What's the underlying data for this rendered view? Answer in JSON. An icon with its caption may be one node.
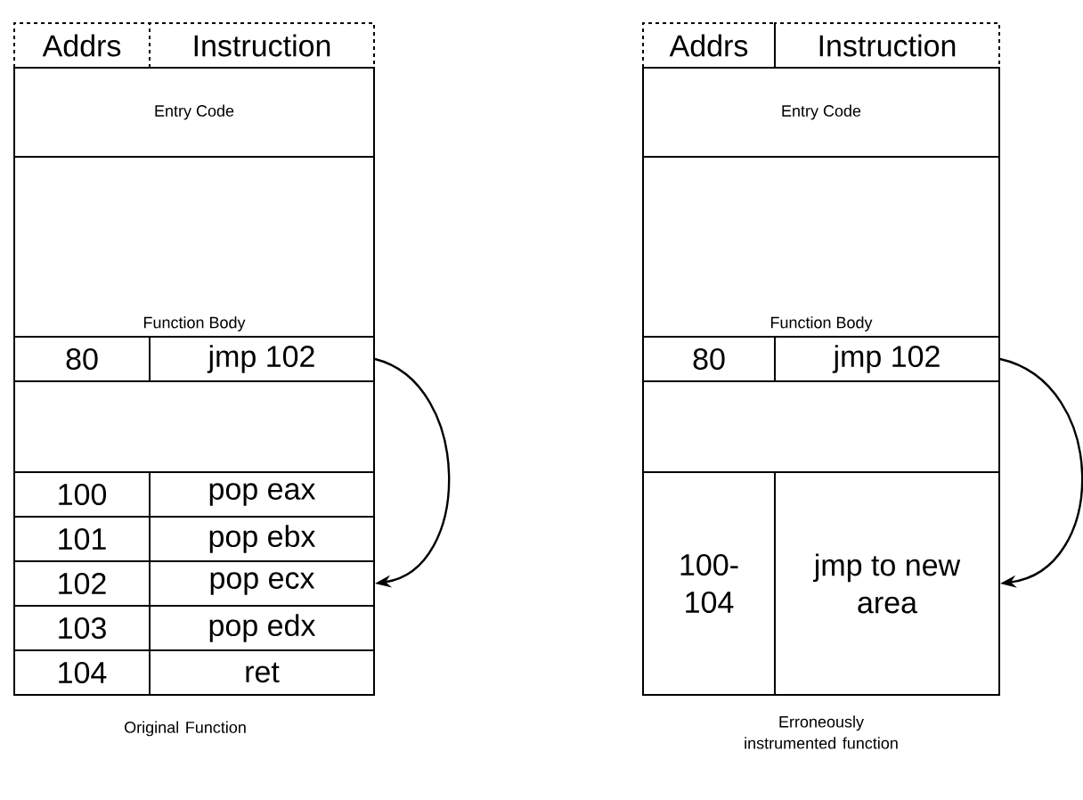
{
  "diagram": {
    "nodes": [
      {
        "text": [
          "Addrs"
        ]
      },
      {
        "text": [
          "Instruction"
        ]
      },
      {
        "text": [
          "Entry Code"
        ]
      },
      {
        "text": [
          "Function Body"
        ]
      },
      {
        "text": [
          "80"
        ]
      },
      {
        "text": [
          "jmp 102"
        ]
      },
      {
        "text": [],
        "shape": "box"
      },
      {
        "text": [
          "100"
        ]
      },
      {
        "text": [
          "pop eax"
        ]
      },
      {
        "text": [
          "101"
        ]
      },
      {
        "text": [
          "pop ebx"
        ]
      },
      {
        "text": [
          "102"
        ]
      },
      {
        "text": [
          "pop ecx"
        ]
      },
      {
        "text": [
          "103"
        ]
      },
      {
        "text": [
          "pop edx"
        ]
      },
      {
        "text": [
          "104"
        ]
      },
      {
        "text": [
          "ret"
        ]
      },
      {
        "text": [
          "Addrs"
        ]
      },
      {
        "text": [
          "Instruction"
        ]
      },
      {
        "text": [
          "Entry Code"
        ]
      },
      {
        "text": [
          "Function Body"
        ]
      },
      {
        "text": [
          "80"
        ]
      },
      {
        "text": [
          "jmp 102"
        ]
      },
      {
        "text": [],
        "shape": "box"
      },
      {
        "text": [
          "100- 104"
        ]
      },
      {
        "text": [
          "jmp to new area"
        ]
      }
    ],
    "edges": [
      {
        "from": 5,
        "to": 12,
        "arrow": "to"
      },
      {
        "from": 22,
        "to": 25,
        "arrow": "to"
      }
    ],
    "labels": [
      "Original Function",
      "Erroneously instrumented function"
    ]
  }
}
